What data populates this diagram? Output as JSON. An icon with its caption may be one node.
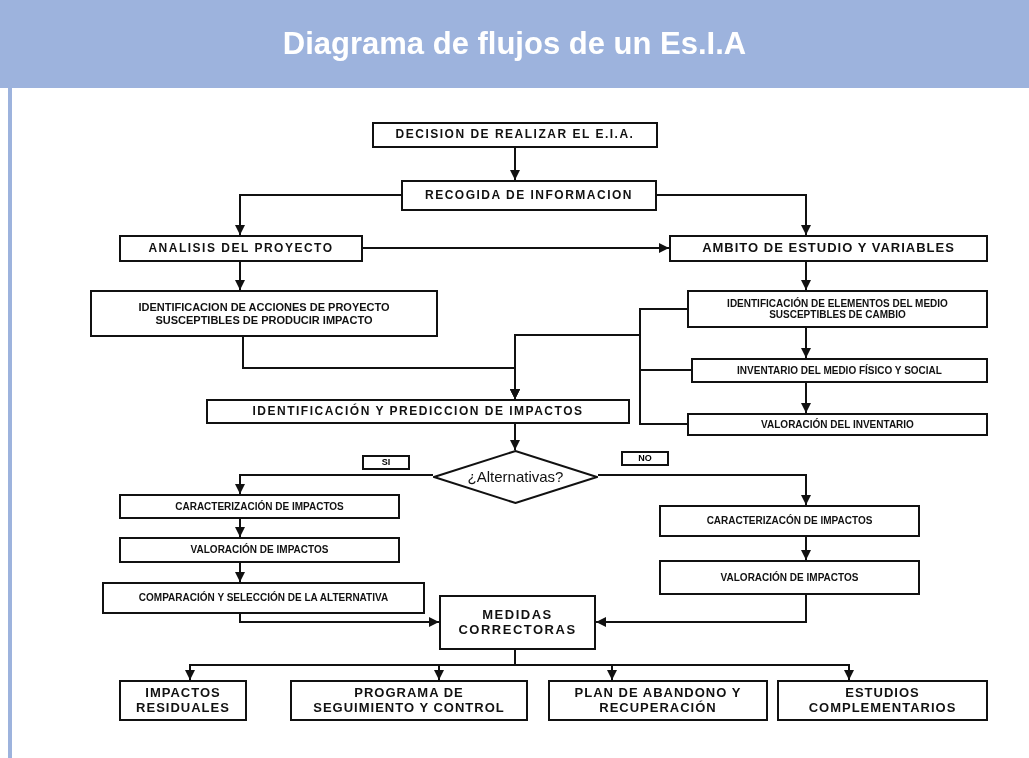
{
  "diagram": {
    "title": "Diagrama de flujos de un Es.I.A",
    "nodes": [
      {
        "text": [
          "DECISION DE REALIZAR EL E.I.A."
        ]
      },
      {
        "text": [
          "RECOGIDA DE INFORMACION"
        ]
      },
      {
        "text": [
          "ANALISIS DEL PROYECTO"
        ]
      },
      {
        "text": [
          "AMBITO DE ESTUDIO Y VARIABLES"
        ]
      },
      {
        "text": [
          "IDENTIFICACION DE ACCIONES DE PROYECTO SUSCEPTIBLES DE PRODUCIR IMPACTO"
        ]
      },
      {
        "text": [
          "IDENTIFICACIÓN DE ELEMENTOS DEL MEDIO SUSCEPTIBLES DE CAMBIO"
        ]
      },
      {
        "text": [
          "INVENTARIO DEL MEDIO FÍSICO Y SOCIAL"
        ]
      },
      {
        "text": [
          "VALORACIÓN DEL INVENTARIO"
        ]
      },
      {
        "text": [
          "IDENTIFICACIÓN Y PREDICCION DE IMPACTOS"
        ]
      },
      {
        "text": [
          "¿Alternativas?"
        ]
      },
      {
        "text": [
          "CARACTERIZACIÓN DE IMPACTOS"
        ]
      },
      {
        "text": [
          "VALORACIÓN DE IMPACTOS"
        ]
      },
      {
        "text": [
          "COMPARACIÓN Y SELECCIÓN DE LA ALTERNATIVA"
        ]
      },
      {
        "text": [
          "CARACTERIZACÓN DE IMPACTOS"
        ]
      },
      {
        "text": [
          "VALORACIÓN DE IMPACTOS"
        ]
      },
      {
        "text": [
          "MEDIDAS CORRECTORAS"
        ]
      },
      {
        "text": [
          "IMPACTOS RESIDUALES"
        ]
      },
      {
        "text": [
          "PROGRAMA DE SEGUIMIENTO Y CONTROL"
        ]
      },
      {
        "text": [
          "PLAN DE ABANDONO Y RECUPERACIÓN"
        ]
      },
      {
        "text": [
          "ESTUDIOS COMPLEMENTARIOS"
        ]
      }
    ],
    "edges": [
      {
        "from": 0,
        "to": 1,
        "arrow": "to"
      },
      {
        "from": 1,
        "to": 2,
        "arrow": "to"
      },
      {
        "from": 1,
        "to": 3,
        "arrow": "to"
      },
      {
        "from": 2,
        "to": 3,
        "arrow": "to"
      },
      {
        "from": 2,
        "to": 4,
        "arrow": "to"
      },
      {
        "from": 3,
        "to": 5,
        "arrow": "to"
      },
      {
        "from": 5,
        "to": 6,
        "arrow": "to"
      },
      {
        "from": 6,
        "to": 7,
        "arrow": "to"
      },
      {
        "from": 4,
        "to": 8,
        "arrow": "to"
      },
      {
        "from": 5,
        "to": 8,
        "arrow": "to"
      },
      {
        "from": 6,
        "to": 8,
        "arrow": "to"
      },
      {
        "from": 7,
        "to": 8,
        "arrow": "to"
      },
      {
        "from": 8,
        "to": 9,
        "arrow": "to"
      },
      {
        "from": 9,
        "to": 10,
        "arrow": "to",
        "label": "SI"
      },
      {
        "from": 9,
        "to": 13,
        "arrow": "to",
        "label": "NO"
      },
      {
        "from": 10,
        "to": 11,
        "arrow": "to"
      },
      {
        "from": 11,
        "to": 12,
        "arrow": "to"
      },
      {
        "from": 12,
        "to": 15,
        "arrow": "to"
      },
      {
        "from": 13,
        "to": 14,
        "arrow": "to"
      },
      {
        "from": 14,
        "to": 15,
        "arrow": "to"
      },
      {
        "from": 15,
        "to": 16,
        "arrow": "to"
      },
      {
        "from": 15,
        "to": 17,
        "arrow": "to"
      },
      {
        "from": 15,
        "to": 18,
        "arrow": "to"
      },
      {
        "from": 15,
        "to": 19,
        "arrow": "to"
      }
    ]
  }
}
